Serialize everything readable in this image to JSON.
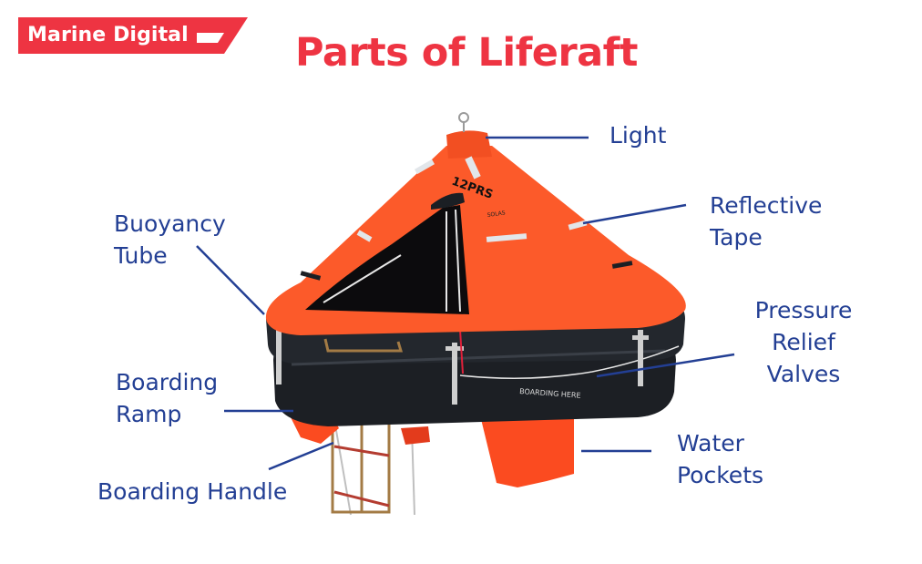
{
  "brand": {
    "name": "Marine Digital",
    "color": "#ee3442"
  },
  "title": "Parts of Liferaft",
  "colors": {
    "title": "#ee3442",
    "label_text": "#233f94",
    "leader_line": "#233f94",
    "raft_canopy": "#fc5a2a",
    "raft_tube": "#1c1f24"
  },
  "raft_markings": {
    "canopy_code": "12PRS",
    "canopy_text": "SOLAS",
    "tube_text": "BOARDING HERE"
  },
  "labels": {
    "light": {
      "line1": "Light"
    },
    "reflective_tape": {
      "line1": "Reflective",
      "line2": "Tape"
    },
    "buoyancy_tube": {
      "line1": "Buoyancy",
      "line2": "Tube"
    },
    "pressure_relief_valves": {
      "line1": "Pressure",
      "line2": "Relief",
      "line3": "Valves"
    },
    "boarding_ramp": {
      "line1": "Boarding",
      "line2": "Ramp"
    },
    "water_pockets": {
      "line1": "Water",
      "line2": "Pockets"
    },
    "boarding_handle": {
      "line1": "Boarding Handle"
    }
  }
}
